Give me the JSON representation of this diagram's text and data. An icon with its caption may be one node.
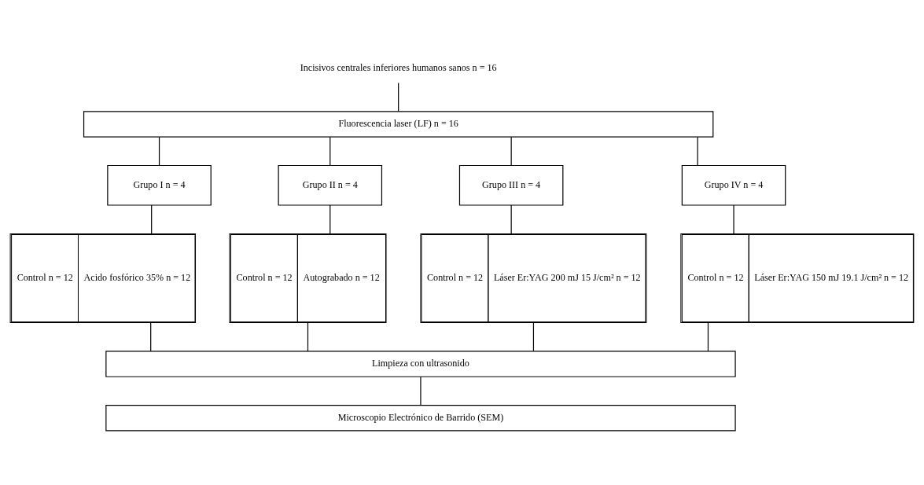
{
  "diagram": {
    "nodes": [
      {
        "text": [
          "Incisivos centrales inferiores humanos sanos n = 16"
        ]
      },
      {
        "text": [
          "Fluorescencia laser (LF) n = 16"
        ]
      },
      {
        "text": [
          "Grupo I n = 4"
        ]
      },
      {
        "text": [
          "Grupo II n = 4"
        ]
      },
      {
        "text": [
          "Grupo III n = 4"
        ]
      },
      {
        "text": [
          "Grupo IV n = 4"
        ]
      },
      {
        "text": [
          "Control n = 12",
          "Acido fosfórico 35% n = 12"
        ]
      },
      {
        "text": [
          "Control n = 12",
          "Autograbado n = 12"
        ]
      },
      {
        "text": [
          "Control n = 12",
          "Láser Er:YAG 200 mJ 15 J/cm² n = 12"
        ]
      },
      {
        "text": [
          "Control n = 12",
          "Láser Er:YAG 150 mJ 19.1 J/cm² n = 12"
        ]
      },
      {
        "text": [
          "Limpieza con ultrasonido"
        ]
      },
      {
        "text": [
          "Microscopio Electrónico de Barrido (SEM)"
        ]
      }
    ],
    "edges": [
      {
        "from": 0,
        "to": 1,
        "arrow": "none"
      },
      {
        "from": 1,
        "to": 2,
        "arrow": "none"
      },
      {
        "from": 1,
        "to": 3,
        "arrow": "none"
      },
      {
        "from": 1,
        "to": 4,
        "arrow": "none"
      },
      {
        "from": 1,
        "to": 5,
        "arrow": "none"
      },
      {
        "from": 2,
        "to": 6,
        "arrow": "none"
      },
      {
        "from": 3,
        "to": 7,
        "arrow": "none"
      },
      {
        "from": 4,
        "to": 8,
        "arrow": "none"
      },
      {
        "from": 5,
        "to": 9,
        "arrow": "none"
      },
      {
        "from": 6,
        "to": 10,
        "arrow": "none"
      },
      {
        "from": 7,
        "to": 10,
        "arrow": "none"
      },
      {
        "from": 8,
        "to": 10,
        "arrow": "none"
      },
      {
        "from": 9,
        "to": 10,
        "arrow": "none"
      },
      {
        "from": 10,
        "to": 11,
        "arrow": "none"
      }
    ]
  }
}
